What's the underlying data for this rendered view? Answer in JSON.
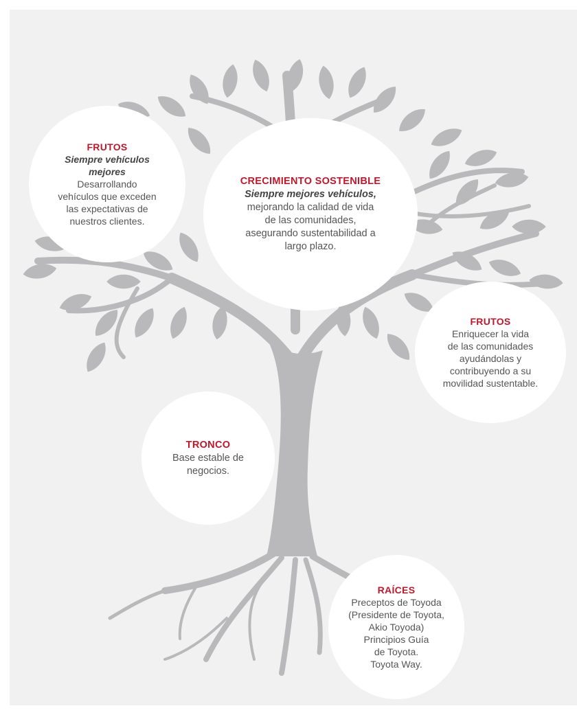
{
  "colors": {
    "background": "#f1f1f1",
    "tree": "#b9b9bb",
    "bubble": "#ffffff",
    "heading": "#c0172b",
    "body_text": "#555555"
  },
  "nodes": {
    "frutos_left": {
      "title": "FRUTOS",
      "italic_1": "Siempre vehículos",
      "italic_2": "mejores",
      "body_1": "Desarrollando",
      "body_2": "vehículos que exceden",
      "body_3": "las expectativas de",
      "body_4": "nuestros clientes."
    },
    "crecimiento": {
      "title": "CRECIMIENTO SOSTENIBLE",
      "italic_1": "Siempre mejores vehículos,",
      "body_1": "mejorando la calidad de vida",
      "body_2": "de las comunidades,",
      "body_3": "asegurando sustentabilidad a",
      "body_4": "largo plazo."
    },
    "frutos_right": {
      "title": "FRUTOS",
      "body_1": "Enriquecer la vida",
      "body_2": "de las comunidades",
      "body_3": "ayudándolas y",
      "body_4": "contribuyendo a su",
      "body_5": "movilidad sustentable."
    },
    "tronco": {
      "title": "TRONCO",
      "body_1": "Base estable de",
      "body_2": "negocios."
    },
    "raices": {
      "title": "RAÍCES",
      "body_1": "Preceptos de Toyoda",
      "body_2": "(Presidente de Toyota,",
      "body_3": "Akio Toyoda)",
      "body_4": "Principios Guía",
      "body_5": "de Toyota.",
      "body_6": "Toyota Way."
    }
  }
}
